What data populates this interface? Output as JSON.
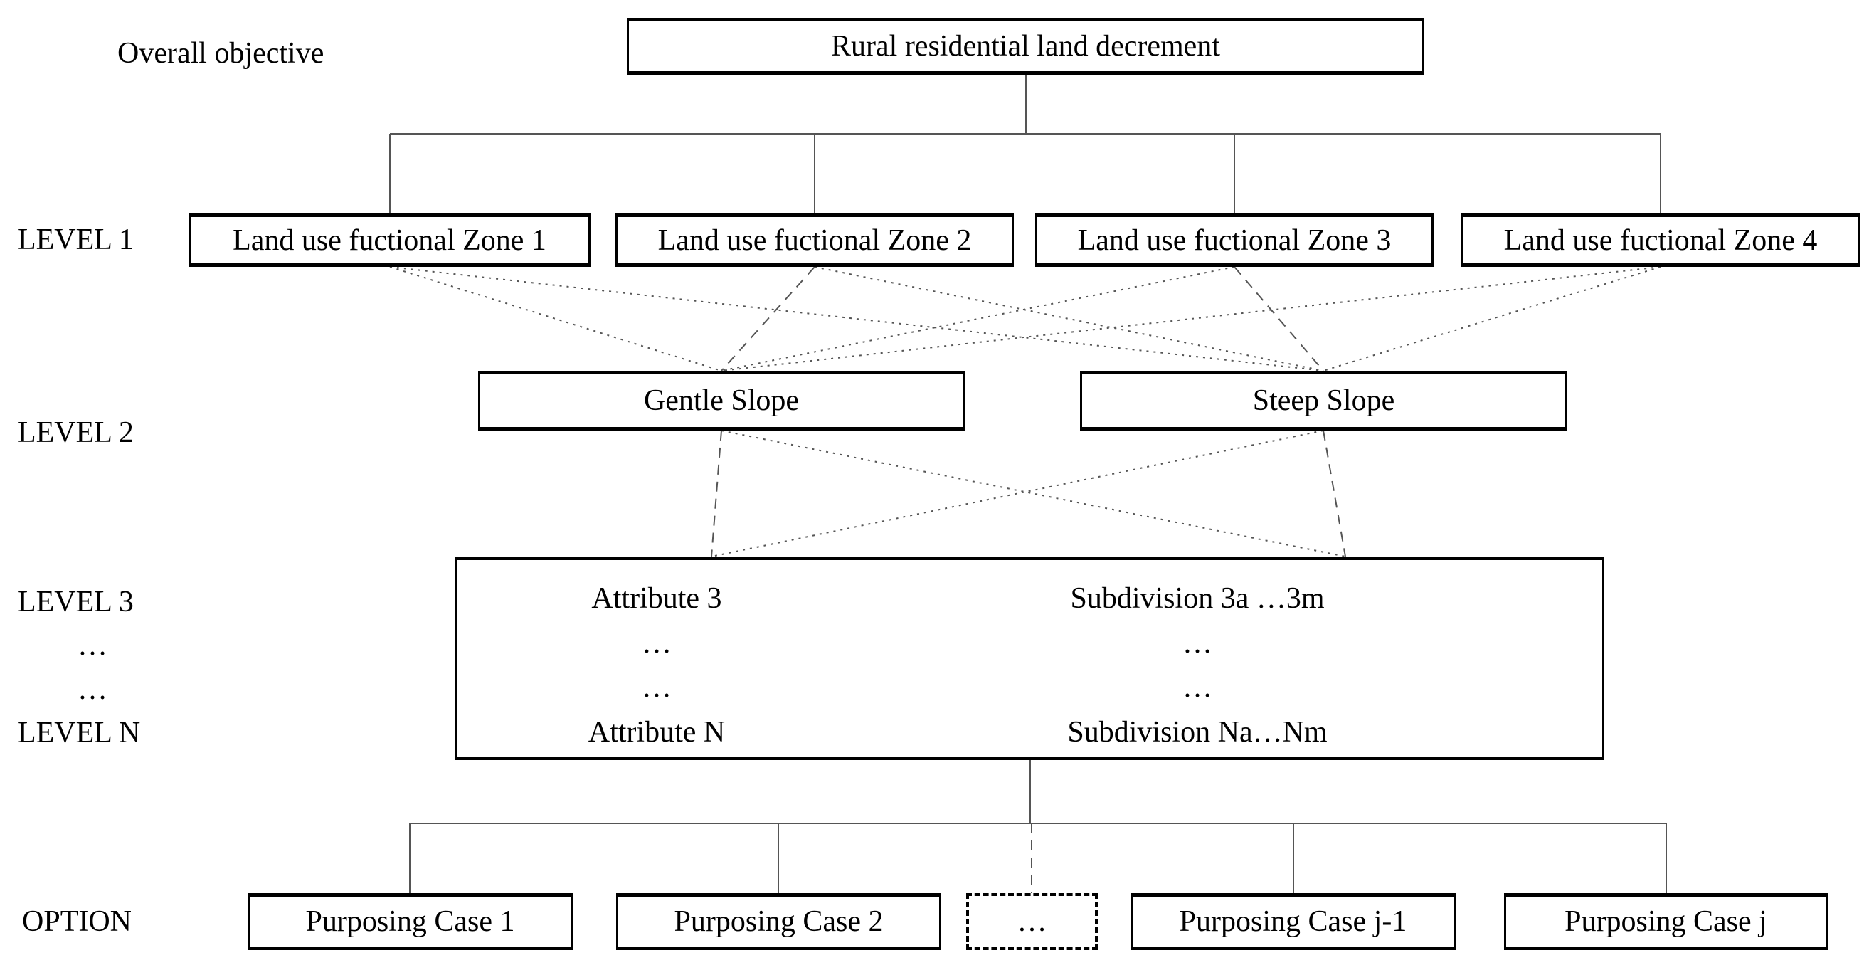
{
  "colors": {
    "ink": "#000000",
    "connector_gray": "#555555",
    "background": "#ffffff"
  },
  "rail": {
    "overall": "Overall objective",
    "level1": "LEVEL 1",
    "level2": "LEVEL 2",
    "level3": "LEVEL 3",
    "dots_a": "…",
    "dots_b": "…",
    "levelN": "LEVEL N",
    "option": "OPTION"
  },
  "nodes": {
    "root": "Rural residential land decrement",
    "level1": [
      "Land use fuctional Zone 1",
      "Land use fuctional Zone 2",
      "Land use fuctional Zone 3",
      "Land use fuctional Zone 4"
    ],
    "level2": [
      "Gentle Slope",
      "Steep Slope"
    ],
    "level3_left": [
      "Attribute 3",
      "…",
      "…",
      "Attribute N"
    ],
    "level3_right": [
      "Subdivision 3a …3m",
      "…",
      "…",
      "Subdivision Na…Nm"
    ],
    "options": [
      "Purposing Case 1",
      "Purposing Case 2",
      "…",
      "Purposing Case j-1",
      "Purposing Case j"
    ]
  }
}
